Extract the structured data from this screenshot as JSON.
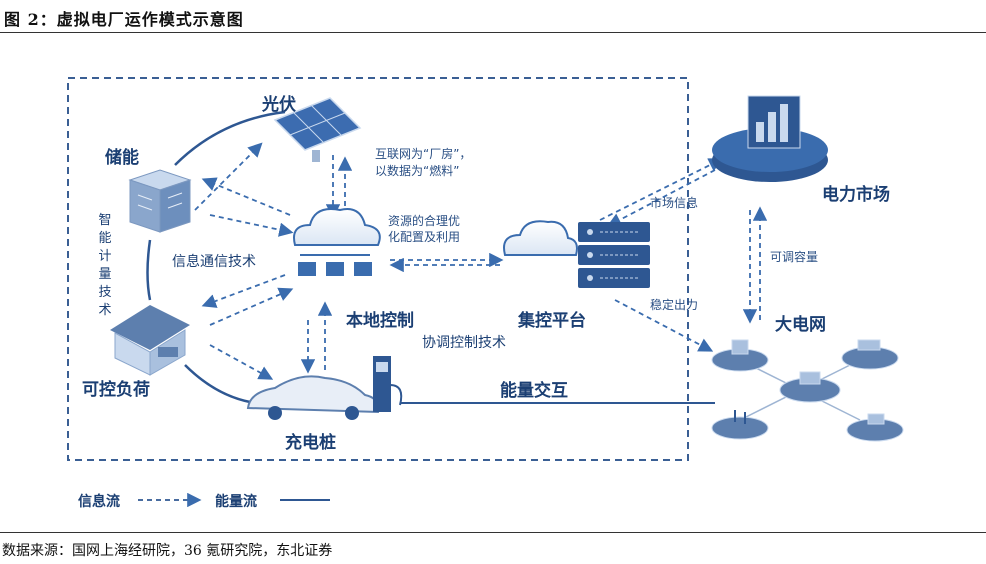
{
  "header": {
    "title": "图 2：虚拟电厂运作模式示意图"
  },
  "diagram": {
    "nodes": {
      "solar": "光伏",
      "storage": "储能",
      "load": "可控负荷",
      "charger": "充电桩",
      "local_control": "本地控制",
      "aggregation_platform": "集控平台",
      "power_market": "电力市场",
      "grid": "大电网"
    },
    "edge_labels": {
      "internet_line1": "互联网为“厂房”，",
      "internet_line2": "以数据为“燃料”",
      "resource_line1": "资源的合理优",
      "resource_line2": "化配置及利用",
      "info_comm": "信息通信技术",
      "coordination": "协调控制技术",
      "market_info": "市场信息",
      "adjustable_capacity": "可调容量",
      "stable_output": "稳定出力",
      "energy_exchange": "能量交互",
      "smart_metering": [
        "智",
        "能",
        "计",
        "量",
        "技",
        "术"
      ]
    },
    "legend": {
      "info_flow": "信息流",
      "energy_flow": "能量流"
    }
  },
  "footer": {
    "source": "数据来源：国网上海经研院，36 氪研究院，东北证券"
  },
  "colors": {
    "primary": "#1b3f73",
    "accent": "#3a6cae",
    "light": "#c9d9ee"
  }
}
